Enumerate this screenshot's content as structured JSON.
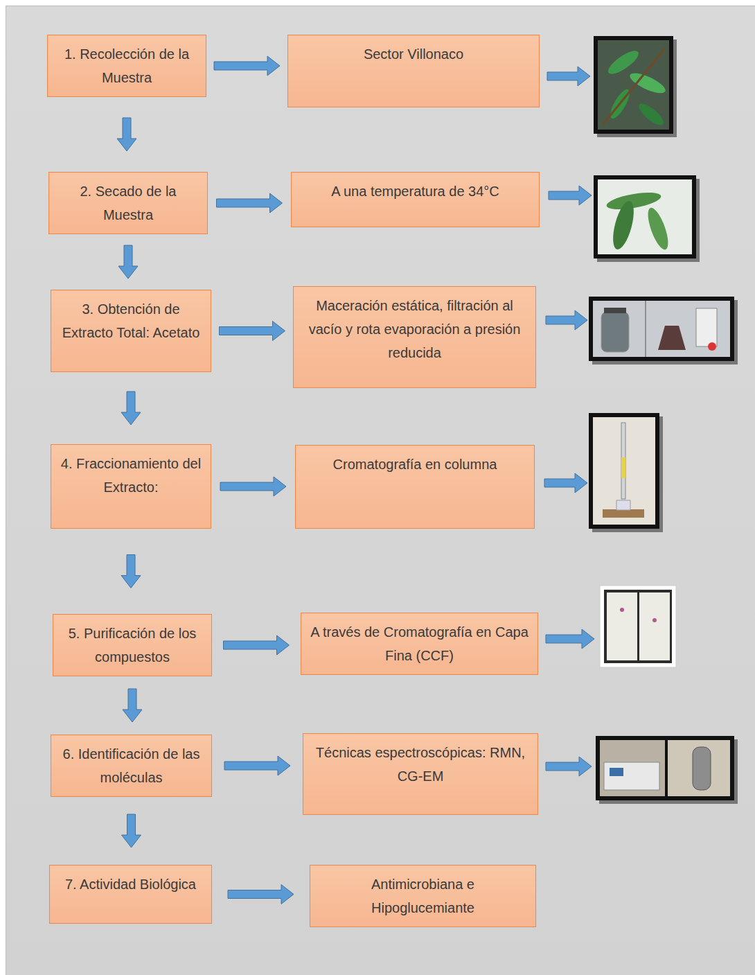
{
  "diagram": {
    "nodes": [
      {
        "text": [
          "1. Recolección de la Muestra"
        ]
      },
      {
        "text": [
          "Sector Villonaco"
        ]
      },
      {
        "text": [
          "2. Secado de la Muestra"
        ]
      },
      {
        "text": [
          "A una temperatura de 34°C"
        ]
      },
      {
        "text": [
          "3. Obtención de Extracto Total: Acetato"
        ]
      },
      {
        "text": [
          "Maceración estática, filtración al vacío y rota evaporación a presión reducida"
        ]
      },
      {
        "text": [
          "4. Fraccionamiento del Extracto:"
        ]
      },
      {
        "text": [
          "Cromatografía en columna"
        ]
      },
      {
        "text": [
          "5. Purificación de los compuestos"
        ]
      },
      {
        "text": [
          "A través de Cromatografía en Capa Fina (CCF)"
        ]
      },
      {
        "text": [
          "6. Identificación de las moléculas"
        ]
      },
      {
        "text": [
          "Técnicas espectroscópicas: RMN, CG-EM"
        ]
      },
      {
        "text": [
          "7. Actividad Biológica"
        ]
      },
      {
        "text": [
          "Antimicrobiana e Hipoglucemiante"
        ]
      }
    ],
    "edges": [
      {
        "from": 0,
        "to": 1,
        "arrow": "to"
      },
      {
        "from": 0,
        "to": 2,
        "arrow": "to"
      },
      {
        "from": 2,
        "to": 3,
        "arrow": "to"
      },
      {
        "from": 2,
        "to": 4,
        "arrow": "to"
      },
      {
        "from": 4,
        "to": 5,
        "arrow": "to"
      },
      {
        "from": 4,
        "to": 6,
        "arrow": "to"
      },
      {
        "from": 6,
        "to": 7,
        "arrow": "to"
      },
      {
        "from": 6,
        "to": 8,
        "arrow": "to"
      },
      {
        "from": 8,
        "to": 9,
        "arrow": "to"
      },
      {
        "from": 8,
        "to": 10,
        "arrow": "to"
      },
      {
        "from": 10,
        "to": 11,
        "arrow": "to"
      },
      {
        "from": 10,
        "to": 12,
        "arrow": "to"
      },
      {
        "from": 12,
        "to": 13,
        "arrow": "to"
      }
    ]
  }
}
